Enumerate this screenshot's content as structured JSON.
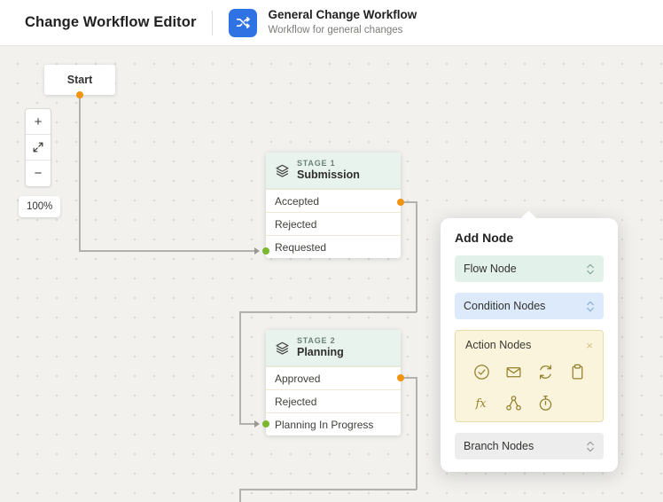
{
  "header": {
    "title": "Change Workflow Editor",
    "workflow_name": "General Change Workflow",
    "workflow_description": "Workflow for general changes"
  },
  "canvas": {
    "start_label": "Start",
    "zoom_in_label": "+",
    "zoom_out_label": "−",
    "zoom_level": "100%"
  },
  "stages": [
    {
      "stage_label": "STAGE 1",
      "name": "Submission",
      "rows": [
        "Accepted",
        "Rejected",
        "Requested"
      ]
    },
    {
      "stage_label": "STAGE 2",
      "name": "Planning",
      "rows": [
        "Approved",
        "Rejected",
        "Planning In Progress"
      ]
    }
  ],
  "add_node_panel": {
    "title": "Add Node",
    "flow_node_label": "Flow Node",
    "condition_nodes_label": "Condition Nodes",
    "action_nodes_label": "Action Nodes",
    "branch_nodes_label": "Branch Nodes",
    "close_label": "×",
    "action_icons": [
      "check-circle",
      "mail",
      "sync",
      "clipboard",
      "function",
      "share",
      "timer"
    ]
  },
  "colors": {
    "workflow_icon_bg": "#2f72e3",
    "orange_port": "#f0930f",
    "green_port": "#7cb82f",
    "connector": "#b3b1ab",
    "stage_header_bg": "#e9f3ee",
    "flow_node_bg": "#e2f1ea",
    "condition_nodes_bg": "#dceafb",
    "action_nodes_bg": "#fbf4dc",
    "branch_nodes_bg": "#ecedec"
  }
}
